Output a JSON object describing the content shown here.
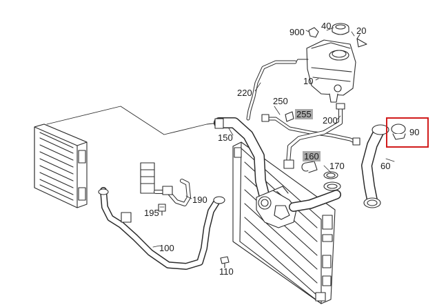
{
  "colors": {
    "line": "#2a2a2a",
    "part_fill": "#ffffff",
    "highlight_bg": "#a9a9a9",
    "selection_border": "#d11a1a"
  },
  "labels": {
    "p900": "900",
    "p40": "40",
    "p20": "20",
    "p10": "10",
    "p220": "220",
    "p250": "250",
    "p255": "255",
    "p200": "200",
    "p150": "150",
    "p160": "160",
    "p170": "170",
    "p90": "90",
    "p60": "60",
    "p190": "190",
    "p195": "195",
    "p100": "100",
    "p110": "110"
  },
  "highlighted_parts": [
    "255",
    "160"
  ],
  "selected_part": "90"
}
